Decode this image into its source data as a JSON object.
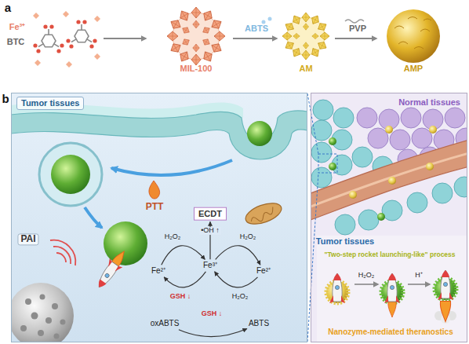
{
  "diagram": {
    "nodes": [
      {
        "text": [
          "MIL-100"
        ]
      },
      {
        "text": [
          "AM"
        ]
      },
      {
        "text": [
          "AMP"
        ]
      },
      {
        "text": [
          "Tumor tissues"
        ]
      },
      {
        "text": [
          "ECDT"
        ],
        "in": 3
      },
      {
        "text": [
          "Fe²⁺"
        ],
        "in": 3
      },
      {
        "text": [
          "Fe³⁺"
        ],
        "in": 3
      },
      {
        "text": [
          "Fe²⁺"
        ],
        "in": 3
      },
      {
        "text": [
          "oxABTS"
        ],
        "in": 3
      },
      {
        "text": [
          "ABTS"
        ],
        "in": 3
      },
      {
        "text": [
          "Normal tissues"
        ]
      }
    ],
    "edges": [
      {
        "from": 0,
        "to": 1,
        "label": "ABTS",
        "arrow": "to"
      },
      {
        "from": 1,
        "to": 2,
        "label": "PVP",
        "arrow": "to"
      },
      {
        "from": 5,
        "to": 6,
        "label": "H₂O₂",
        "arrow": "to"
      },
      {
        "from": 6,
        "to": 5,
        "label": "GSH ↓",
        "arrow": "to"
      },
      {
        "from": 6,
        "to": 7,
        "label": "H₂O₂",
        "arrow": "to"
      },
      {
        "from": 7,
        "to": 6,
        "label": "H₂O₂",
        "arrow": "to"
      },
      {
        "from": 6,
        "to": 4,
        "label": "•OH ↑",
        "arrow": "to"
      },
      {
        "from": 8,
        "to": 9,
        "label": "GSH ↓",
        "arrow": "to"
      }
    ],
    "labels": [
      "a",
      "Fe³⁺",
      "BTC",
      "b",
      "PTT",
      "PAI",
      "Tumor tissues",
      "\"Two-step rocket launching-like\" process",
      "H₂O₂",
      "H⁺",
      "Nanozyme-mediated theranostics"
    ]
  }
}
